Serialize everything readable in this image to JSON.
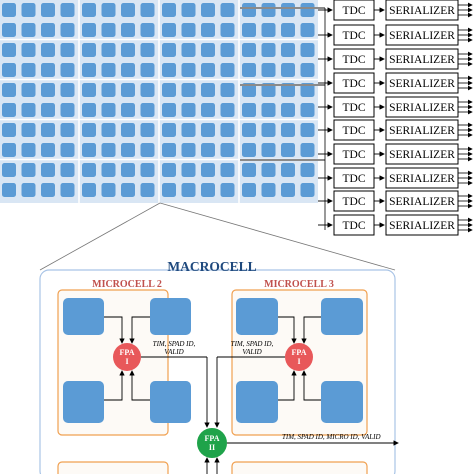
{
  "readout": {
    "rows": [
      {
        "tdc": "TDC",
        "serializer": "SERIALIZER"
      },
      {
        "tdc": "TDC",
        "serializer": "SERIALIZER"
      },
      {
        "tdc": "TDC",
        "serializer": "SERIALIZER"
      },
      {
        "tdc": "TDC",
        "serializer": "SERIALIZER"
      },
      {
        "tdc": "TDC",
        "serializer": "SERIALIZER"
      },
      {
        "tdc": "TDC",
        "serializer": "SERIALIZER"
      },
      {
        "tdc": "TDC",
        "serializer": "SERIALIZER"
      },
      {
        "tdc": "TDC",
        "serializer": "SERIALIZER"
      },
      {
        "tdc": "TDC",
        "serializer": "SERIALIZER"
      },
      {
        "tdc": "TDC",
        "serializer": "SERIALIZER"
      }
    ]
  },
  "macrocell": {
    "title": "MACROCELL",
    "microcells": [
      {
        "title": "MICROCELL 2"
      },
      {
        "title": "MICROCELL 3"
      }
    ],
    "fpa1": {
      "line1": "FPA",
      "line2": "I"
    },
    "fpa2": {
      "line1": "FPA",
      "line2": "II"
    },
    "bus_label_left": {
      "line1": "TIM, SPAD ID,",
      "line2": "VALID"
    },
    "bus_label_right": {
      "line1": "TIM, SPAD ID,",
      "line2": "VALID"
    },
    "output_label": "TIM, SPAD ID, MICRO ID, VALID"
  },
  "colors": {
    "spad": "#5b9bd5",
    "array_bg": "#d9e6f4",
    "microcell_border": "#f0a050",
    "macrocell_border": "#a9c4e6",
    "fpa1": "#e8585a",
    "fpa2": "#1fa34a",
    "title_red": "#c0504d",
    "title_blue": "#1f497d"
  }
}
